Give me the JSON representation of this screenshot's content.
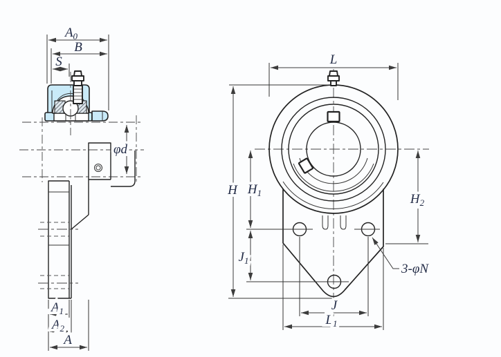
{
  "drawing": {
    "kind": "bearing-unit-dimension-drawing",
    "views": [
      "side-section",
      "front"
    ],
    "colors": {
      "housing_fill": "#c9eaf8",
      "outline": "#222222",
      "dimension_line": "#3c3c3c",
      "label_text": "#232c47",
      "background": "#fcfdfe"
    }
  },
  "labels": {
    "A0": {
      "base": "A",
      "sub": "0"
    },
    "B": {
      "base": "B",
      "sub": ""
    },
    "S": {
      "base": "S",
      "sub": ""
    },
    "phid": {
      "base": "φd",
      "sub": ""
    },
    "A1": {
      "base": "A",
      "sub": "1"
    },
    "A2": {
      "base": "A",
      "sub": "2"
    },
    "A": {
      "base": "A",
      "sub": ""
    },
    "L": {
      "base": "L",
      "sub": ""
    },
    "H": {
      "base": "H",
      "sub": ""
    },
    "H1": {
      "base": "H",
      "sub": "1"
    },
    "H2": {
      "base": "H",
      "sub": "2"
    },
    "J1": {
      "base": "J",
      "sub": "1"
    },
    "J": {
      "base": "J",
      "sub": ""
    },
    "L1": {
      "base": "L",
      "sub": "1"
    },
    "bolt_note": {
      "base": "3-φN",
      "sub": ""
    }
  }
}
